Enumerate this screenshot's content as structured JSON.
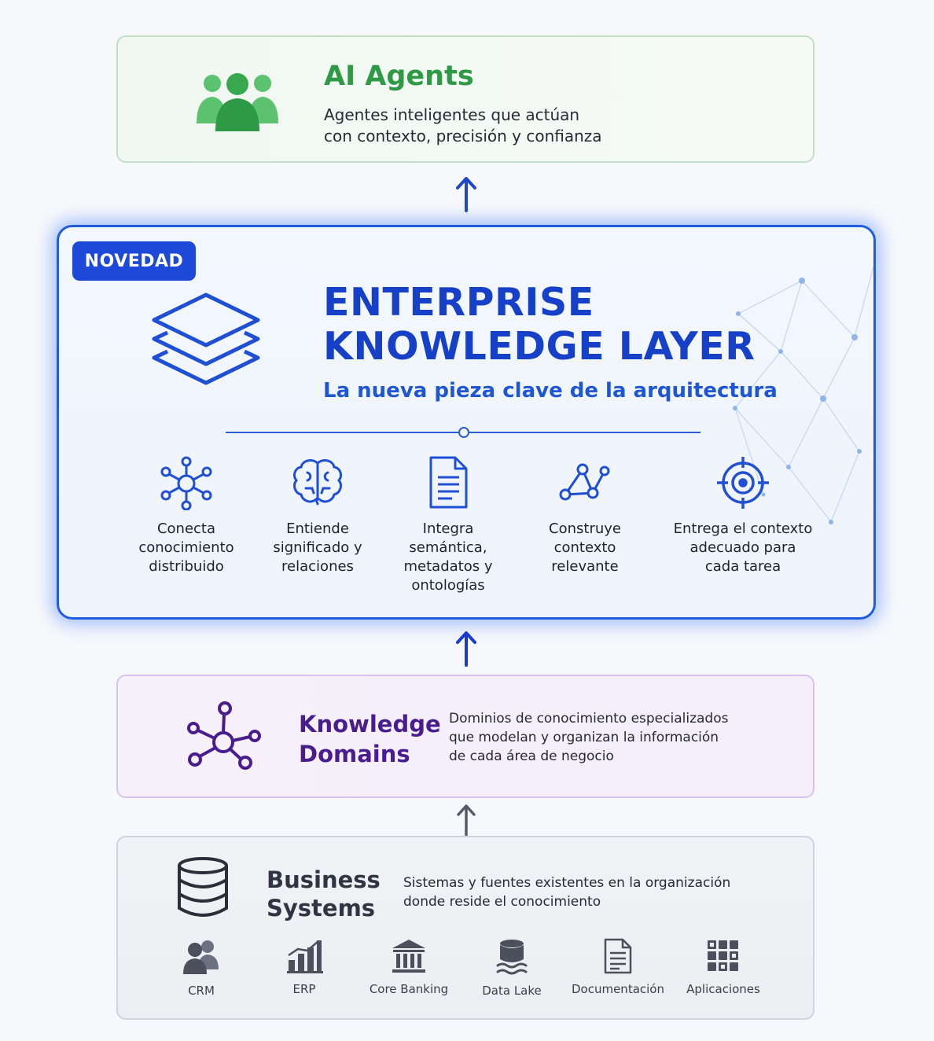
{
  "agents": {
    "title": "AI Agents",
    "description": "Agentes inteligentes que actúan\ncon contexto, precisión y confianza",
    "icon": "people-group-icon",
    "color": "#2e9a45"
  },
  "knowledge_layer": {
    "badge": "NOVEDAD",
    "title": "ENTERPRISE\nKNOWLEDGE LAYER",
    "subtitle": "La nueva pieza clave de la arquitectura",
    "icon": "layers-icon",
    "color": "#1740c9",
    "features": [
      {
        "label": "Conecta\nconocimiento\ndistribuido",
        "icon": "hub-network-icon"
      },
      {
        "label": "Entiende\nsignificado y\nrelaciones",
        "icon": "brain-icon"
      },
      {
        "label": "Integra\nsemántica,\nmetadatos y\nontologías",
        "icon": "document-icon"
      },
      {
        "label": "Construye\ncontexto\nrelevante",
        "icon": "graph-nodes-icon"
      },
      {
        "label": "Entrega el contexto\nadecuado para\ncada tarea",
        "icon": "target-icon"
      }
    ]
  },
  "domains": {
    "title": "Knowledge\nDomains",
    "description": "Dominios de conocimiento especializados\nque modelan y organizan la información\nde cada área de negocio",
    "icon": "hub-network-icon",
    "color": "#4a1d8f"
  },
  "systems": {
    "title": "Business\nSystems",
    "description": "Sistemas y fuentes existentes en la organización\ndonde reside el conocimiento",
    "icon": "database-icon",
    "items": [
      {
        "label": "CRM",
        "icon": "users-icon"
      },
      {
        "label": "ERP",
        "icon": "bar-chart-icon"
      },
      {
        "label": "Core Banking",
        "icon": "bank-icon"
      },
      {
        "label": "Data Lake",
        "icon": "data-lake-icon"
      },
      {
        "label": "Documentación",
        "icon": "document-icon"
      },
      {
        "label": "Aplicaciones",
        "icon": "apps-grid-icon"
      }
    ]
  }
}
